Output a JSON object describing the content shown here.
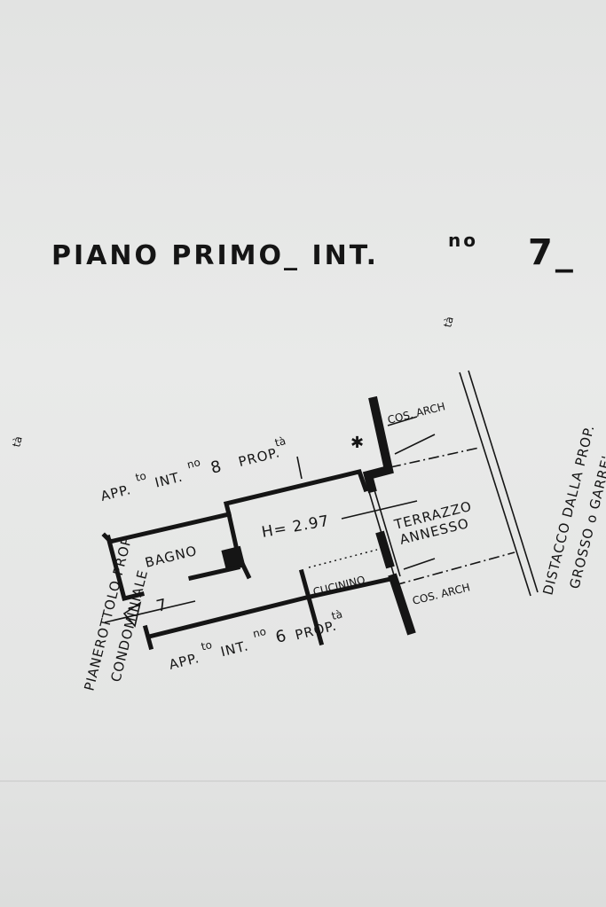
{
  "title": {
    "main": "PIANO PRIMO_ INT.",
    "superscript": "no",
    "number": "7_"
  },
  "plan": {
    "room_bathroom": "BAGNO",
    "ceiling_height": "H= 2.97",
    "terrace": [
      "TERRAZZO",
      "ANNESSO"
    ],
    "kitchenette": "CUCININO",
    "unit_number": "7",
    "neighbor_top": {
      "label": "APP.",
      "sup1": "to",
      "int": "INT.",
      "sup2": "no",
      "number": "8",
      "prop": "PROP.",
      "sup3": "tà"
    },
    "neighbor_bottom": {
      "label": "APP.",
      "sup1": "to",
      "int": "INT.",
      "sup2": "no",
      "number": "6",
      "prop": "PROP.",
      "sup3": "tà"
    },
    "cos_arch_top": "COS. ARCH",
    "cos_arch_bottom": "COS. ARCH",
    "left_side": [
      "PIANEROTTOLO PROP.",
      "tà",
      "CONDOMINIALE"
    ],
    "right_side": [
      "DISTACCO DALLA PROP.",
      "tà",
      "GROSSO o GARRE'"
    ]
  }
}
